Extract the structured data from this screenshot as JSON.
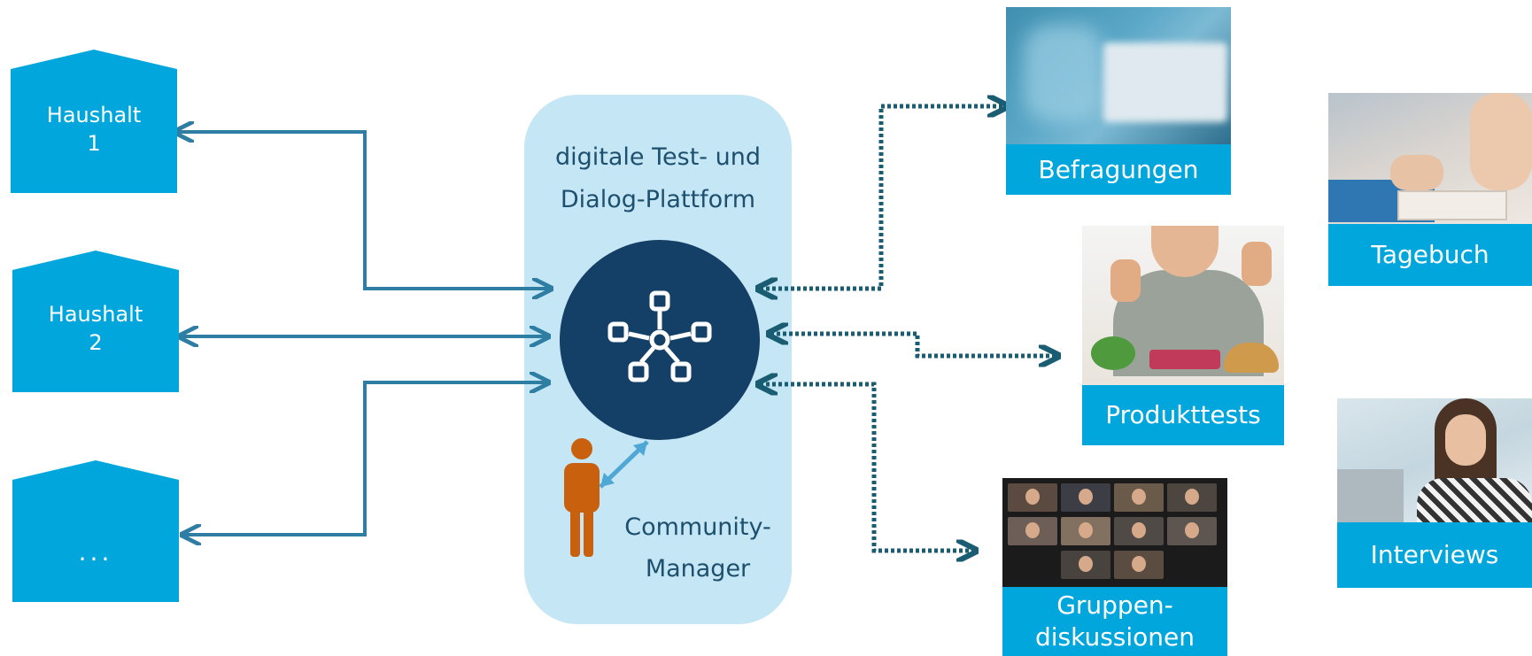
{
  "households": [
    {
      "line1": "Haushalt",
      "line2": "1"
    },
    {
      "line1": "Haushalt",
      "line2": "2"
    },
    {
      "line1": "...",
      "line2": ""
    }
  ],
  "platform": {
    "title_line1": "digitale Test- und",
    "title_line2": "Dialog-Plattform",
    "manager_line1": "Community-",
    "manager_line2": "Manager"
  },
  "methods": {
    "befragungen": "Befragungen",
    "produkttests": "Produkttests",
    "gruppen_line1": "Gruppen-",
    "gruppen_line2": "diskussionen",
    "tagebuch": "Tagebuch",
    "interviews": "Interviews"
  },
  "colors": {
    "house": "#00a6dc",
    "bar": "#00a6dc",
    "platform": "#c5e6f5",
    "hub": "#143f66",
    "arrow_solid": "#2e7da3",
    "arrow_dotted": "#1a5d72",
    "manager": "#c8600e",
    "manager_arrow": "#4fa7d6",
    "text_dark": "#1d4f6e"
  },
  "icons": {
    "house": "house-shape",
    "network": "network-hub-icon",
    "manager": "person-icon"
  }
}
